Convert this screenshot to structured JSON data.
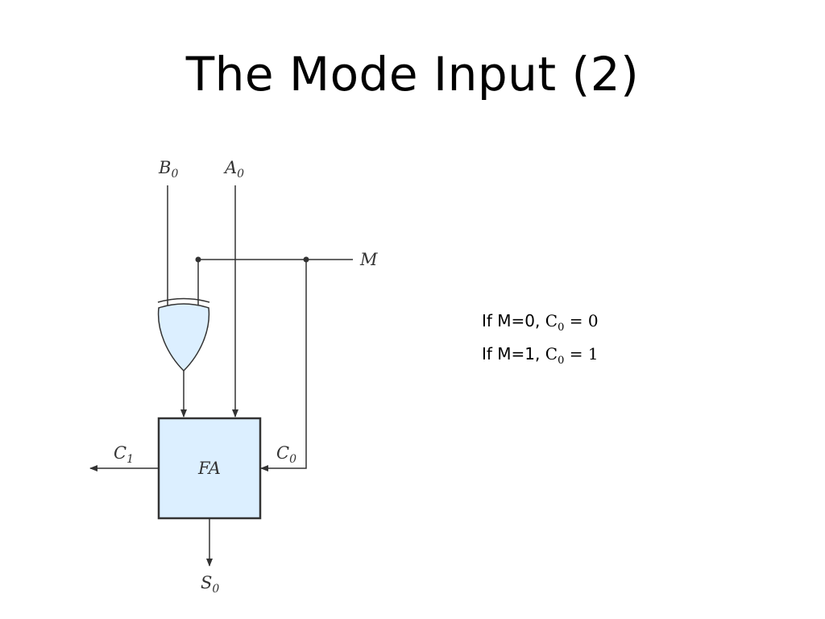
{
  "title": "The Mode Input (2)",
  "diagram": {
    "inputs": {
      "b_main": "B",
      "b_sub": "0",
      "a_main": "A",
      "a_sub": "0",
      "m": "M"
    },
    "block_label": "FA",
    "carry_out": {
      "main": "C",
      "sub": "1"
    },
    "carry_in": {
      "main": "C",
      "sub": "0"
    },
    "sum_out": {
      "main": "S",
      "sub": "0"
    },
    "colors": {
      "gate_fill": "#dcefff",
      "line": "#333333"
    }
  },
  "notes": [
    {
      "prefix": "If M=0, ",
      "var": "C",
      "sub": "0",
      "rhs": " = 0"
    },
    {
      "prefix": "If M=1, ",
      "var": "C",
      "sub": "0",
      "rhs": " = 1"
    }
  ]
}
